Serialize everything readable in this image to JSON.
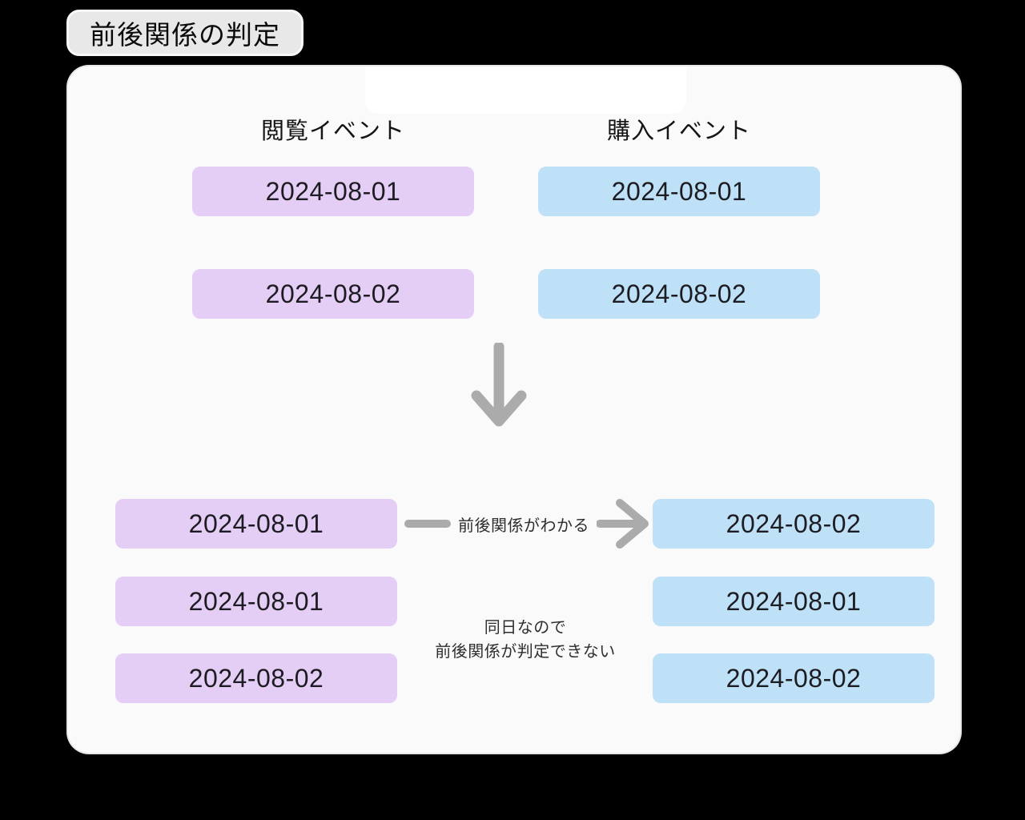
{
  "title": "前後関係の判定",
  "colors": {
    "background": "#000000",
    "panel": "#fafafa",
    "panel_border": "#e7e7e7",
    "badge_bg": "#e8e8e8",
    "badge_border": "#f8f8f8",
    "highlight": "#ffffff",
    "purple_box": "#e4cef5",
    "blue_box": "#bee1f8",
    "box_text": "#1c1c22",
    "heading_text": "#141414",
    "arrow": "#ababab",
    "note_text": "#2e2e2e"
  },
  "columns": {
    "left": "閲覧イベント",
    "right": "購入イベント"
  },
  "top_section": {
    "left": [
      "2024-08-01",
      "2024-08-02"
    ],
    "right": [
      "2024-08-01",
      "2024-08-02"
    ]
  },
  "bottom_section": {
    "left": [
      "2024-08-01",
      "2024-08-01",
      "2024-08-02"
    ],
    "right": [
      "2024-08-02",
      "2024-08-01",
      "2024-08-02"
    ]
  },
  "annotations": {
    "relation_known": "前後関係がわかる",
    "same_day_line1": "同日なので",
    "same_day_line2": "前後関係が判定できない"
  },
  "icons": {
    "down_arrow": "↓",
    "right_arrow": "→"
  }
}
